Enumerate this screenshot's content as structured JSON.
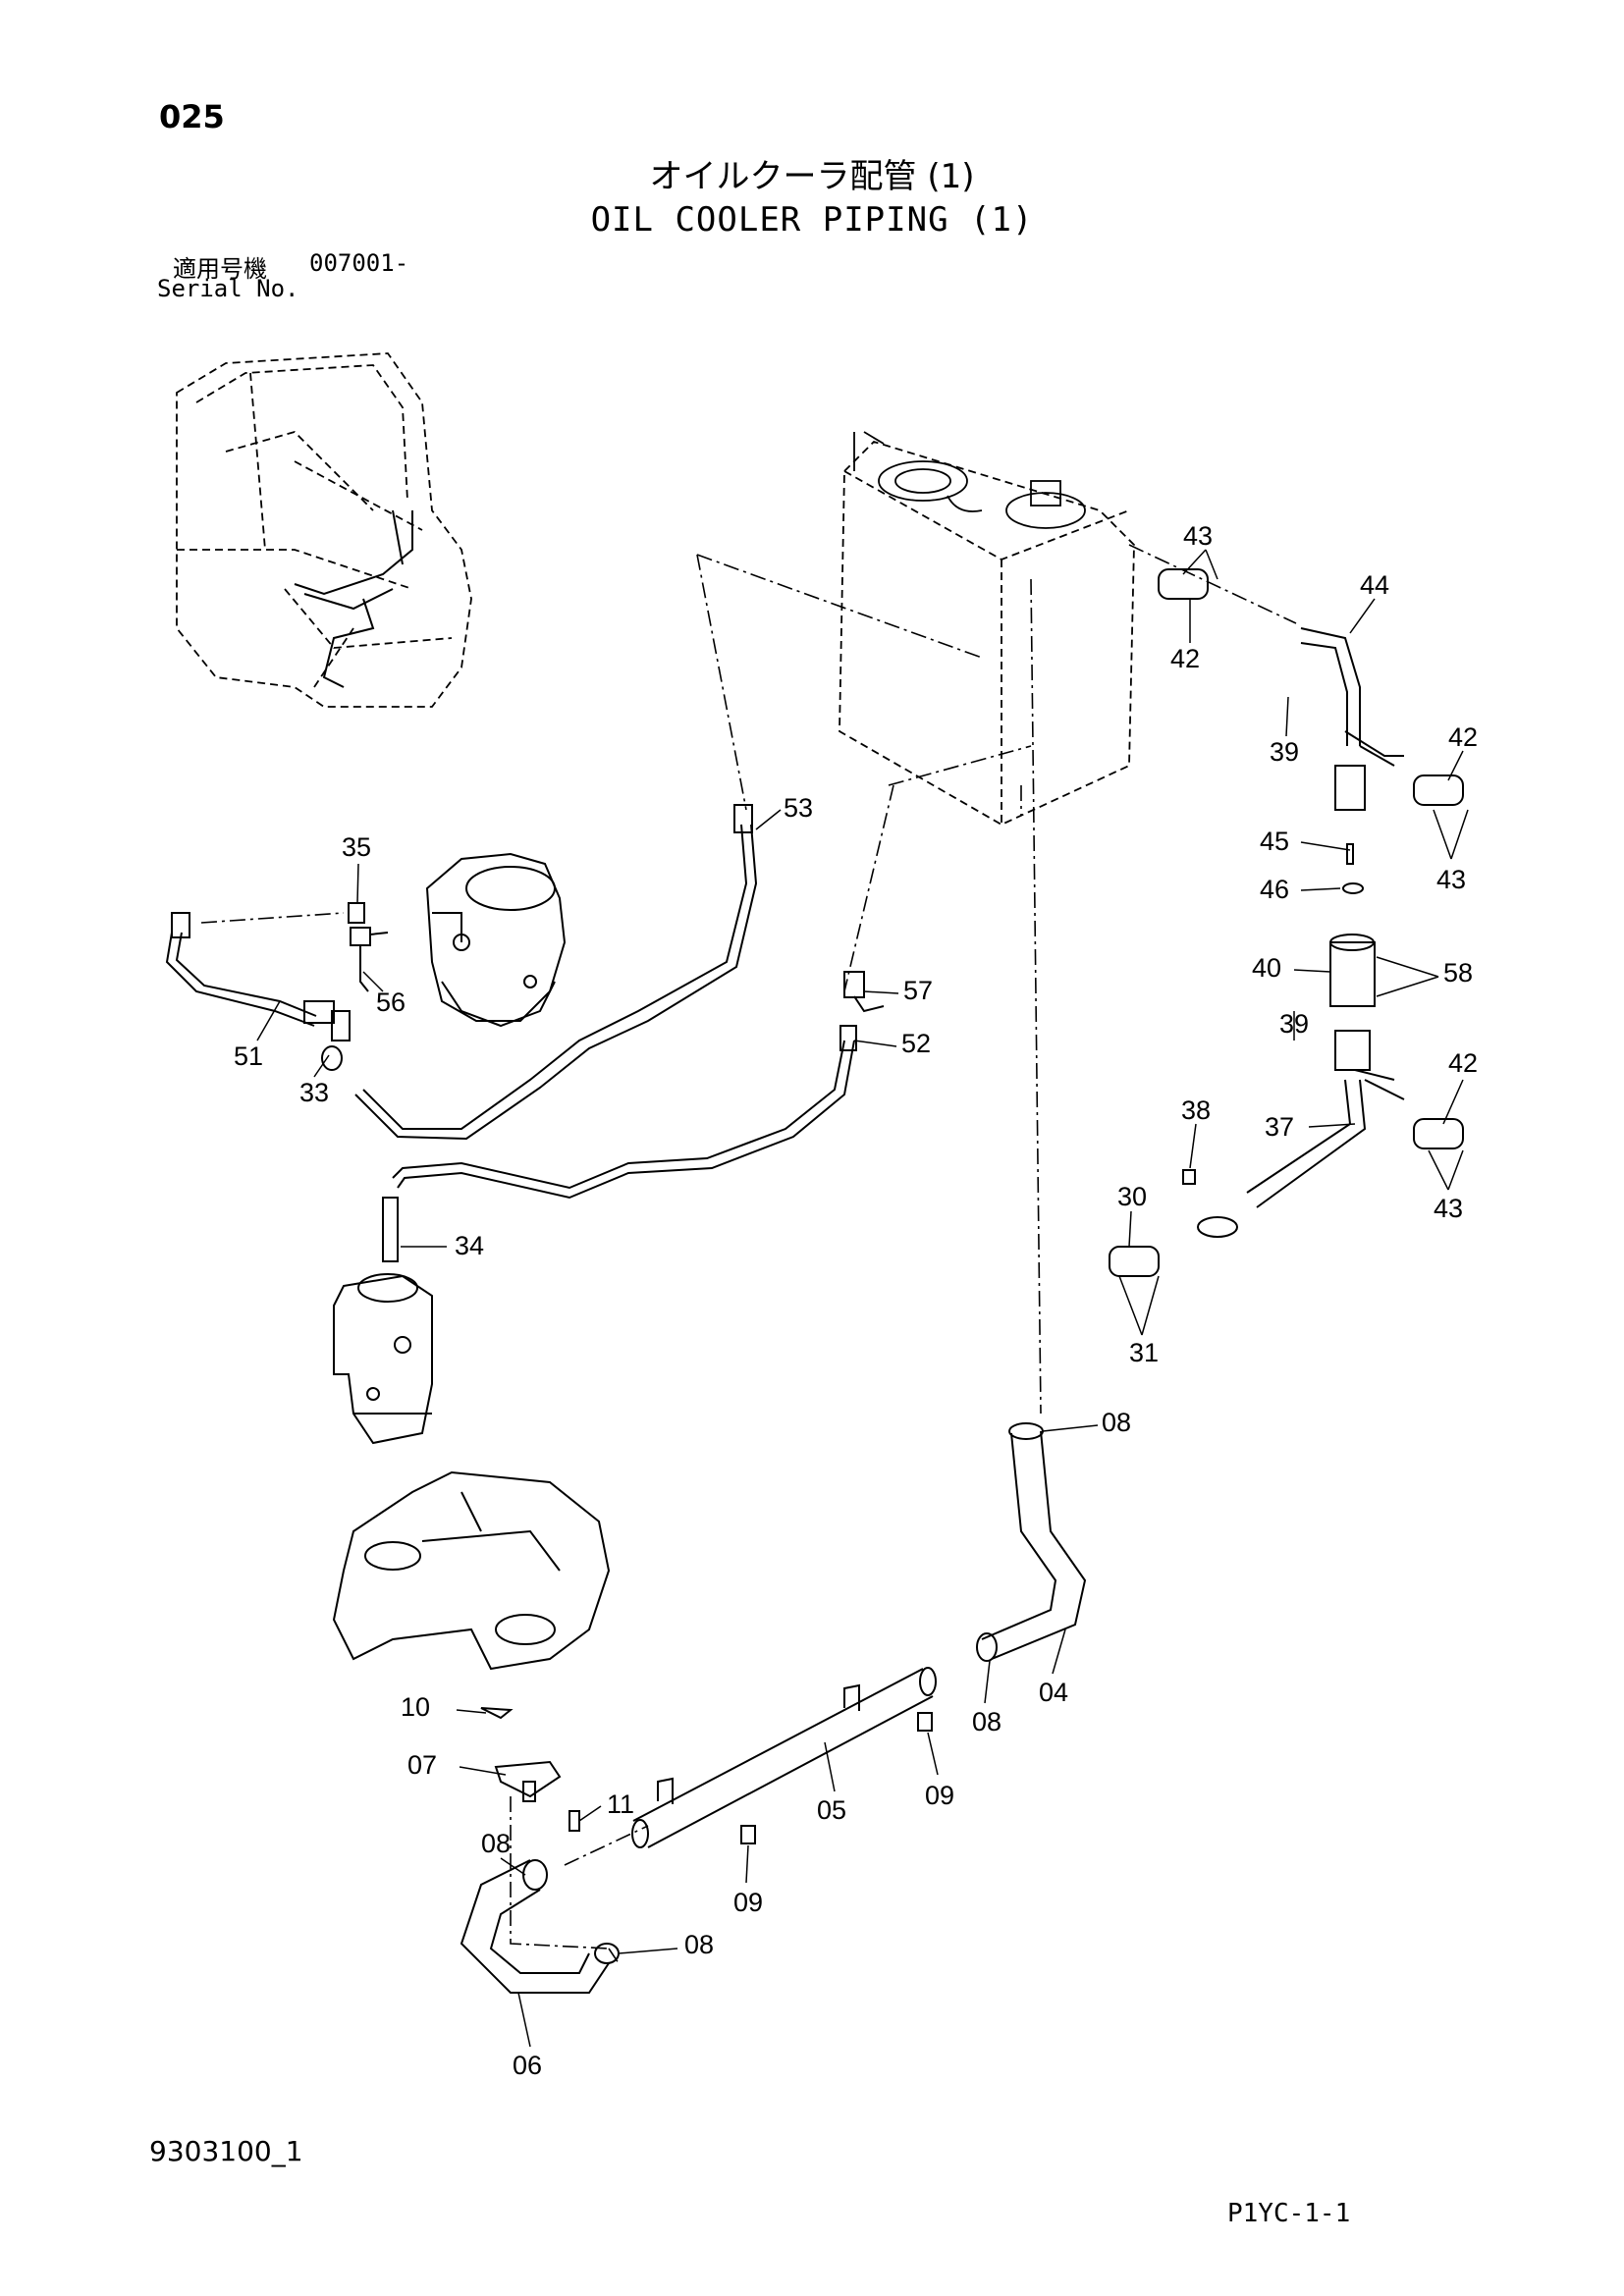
{
  "header": {
    "page_number": "025",
    "title_jp": "オイルクーラ配管 (1)",
    "title_en": "OIL COOLER PIPING (1)",
    "serial_label_jp": "適用号機",
    "serial_value": "007001-",
    "serial_label_en": "Serial No."
  },
  "footer": {
    "drawing_number": "9303100_1",
    "sheet_code": "P1YC-1-1"
  },
  "callouts": [
    "43",
    "44",
    "42",
    "39",
    "42",
    "43",
    "53",
    "35",
    "45",
    "46",
    "40",
    "58",
    "56",
    "57",
    "51",
    "33",
    "52",
    "39",
    "42",
    "38",
    "37",
    "43",
    "34",
    "30",
    "31",
    "08",
    "10",
    "04",
    "08",
    "07",
    "11",
    "09",
    "05",
    "08",
    "09",
    "08",
    "06"
  ]
}
